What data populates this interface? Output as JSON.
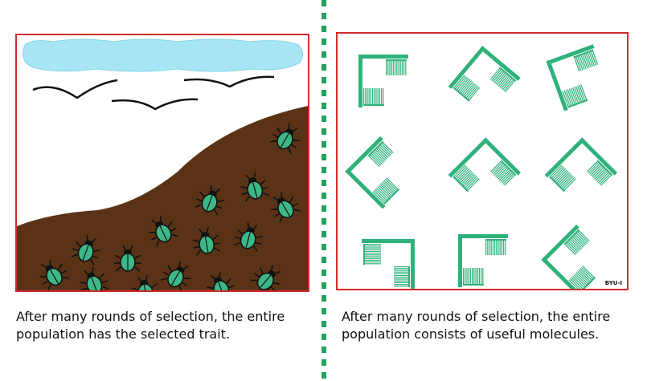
{
  "left": {
    "caption": "After many rounds of selection, the entire population has the selected trait."
  },
  "right": {
    "caption": "After many rounds of selection, the entire population consists of useful molecules.",
    "credit": "BYU-I"
  },
  "colors": {
    "frame": "#d22a2a",
    "divider": "#21a35d",
    "sky_cloud": "#a8e6f5",
    "soil": "#5a3316",
    "beetle": "#3cb887",
    "molecule": "#2fb27a"
  },
  "icons": [
    "cloud",
    "bird",
    "hill",
    "beetle",
    "molecule"
  ]
}
